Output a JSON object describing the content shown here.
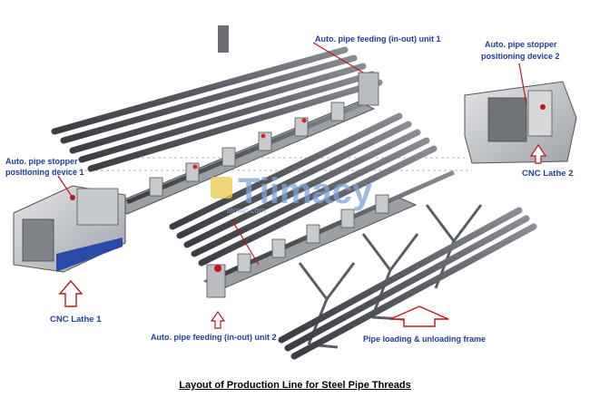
{
  "diagram": {
    "title": "Layout of Production Line for Steel Pipe Threads",
    "labels": {
      "feeding_unit_1": "Auto. pipe feeding (in-out) unit 1",
      "stopper_2_line1": "Auto. pipe stopper",
      "stopper_2_line2": "positioning device 2",
      "stopper_1_line1": "Auto. pipe stopper",
      "stopper_1_line2": "positioning device 1",
      "cnc_lathe_2": "CNC Lathe 2",
      "cnc_lathe_1": "CNC Lathe 1",
      "feeding_unit_2": "Auto. pipe feeding (in-out) unit 2",
      "loading_frame": "Pipe loading & unloading frame"
    },
    "watermark": {
      "brand": "Tiimacy",
      "url": "tiimac.com"
    },
    "colors": {
      "label_blue": "#1f3f99",
      "arrow_red": "#c0161b",
      "pipe_dark": "#5a5e63",
      "machine_grey": "#b9bcc0"
    }
  }
}
